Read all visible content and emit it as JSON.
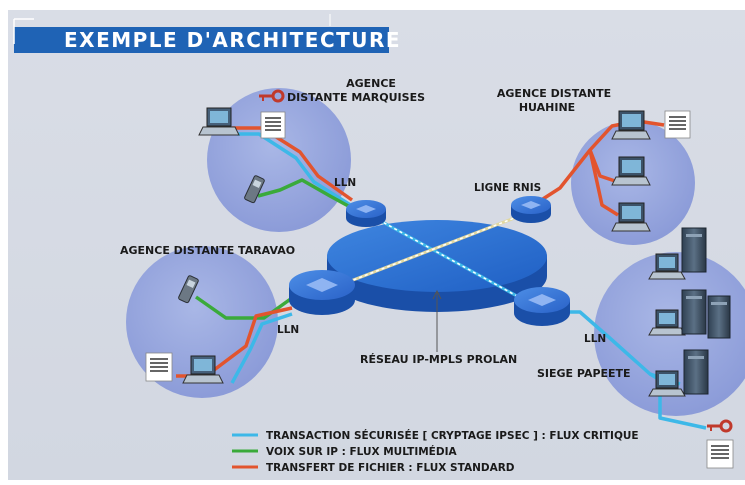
{
  "title": "EXEMPLE D'ARCHITECTURE",
  "sites": {
    "marquises": [
      "AGENCE",
      "DISTANTE MARQUISES"
    ],
    "huahine": [
      "AGENCE DISTANTE",
      "HUAHINE"
    ],
    "taravao": "AGENCE DISTANTE TARAVAO",
    "papeete": "SIEGE PAPEETE"
  },
  "links": {
    "lln_top": "LLN",
    "rnis": "LIGNE RNIS",
    "lln_left": "LLN",
    "lln_right": "LLN"
  },
  "network_label": "RÉSEAU IP-MPLS PROLAN",
  "legend": [
    {
      "color": "#3db8e8",
      "label": "TRANSACTION SÉCURISÉE [ CRYPTAGE IPSEC ] : FLUX CRITIQUE"
    },
    {
      "color": "#3aaa3a",
      "label": "VOIX SUR IP : FLUX MULTIMÉDIA"
    },
    {
      "color": "#e2542e",
      "label": "TRANSFERT DE FICHIER : FLUX STANDARD"
    }
  ]
}
